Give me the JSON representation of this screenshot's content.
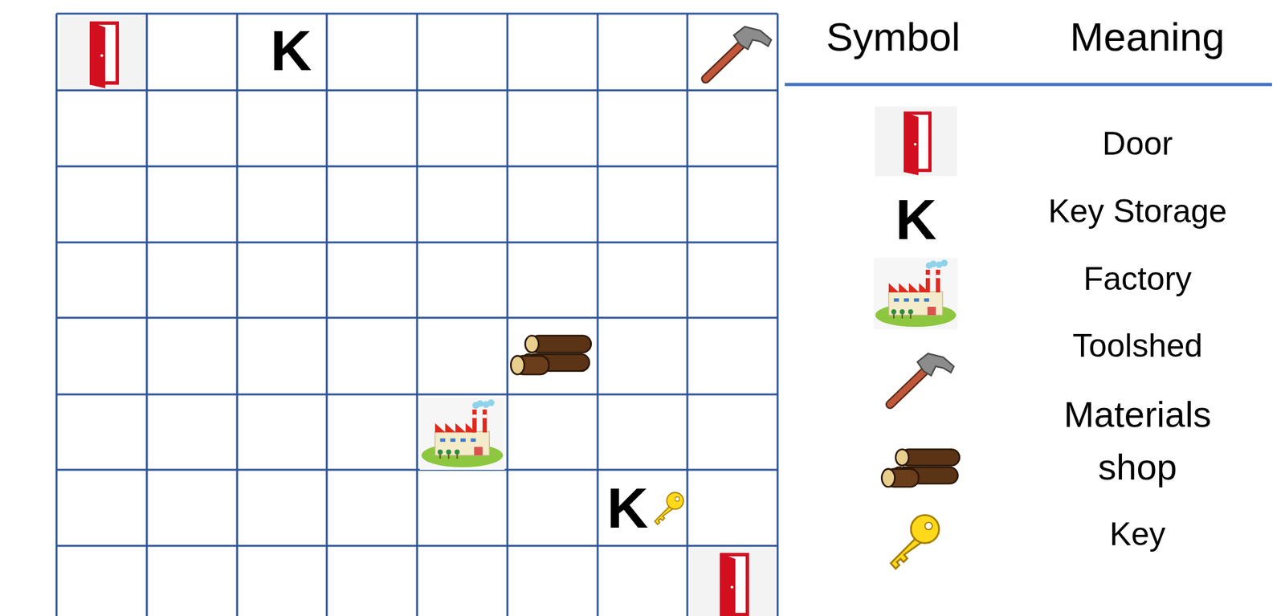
{
  "diagram": {
    "labels": [
      "Symbol",
      "Meaning",
      "K",
      "K",
      "K"
    ],
    "legend": [
      {
        "text": "Door"
      },
      {
        "text": "Key Storage"
      },
      {
        "text": "Factory"
      },
      {
        "text": "Toolshed"
      },
      {
        "text": "Materials shop"
      },
      {
        "text": "Key"
      }
    ]
  }
}
